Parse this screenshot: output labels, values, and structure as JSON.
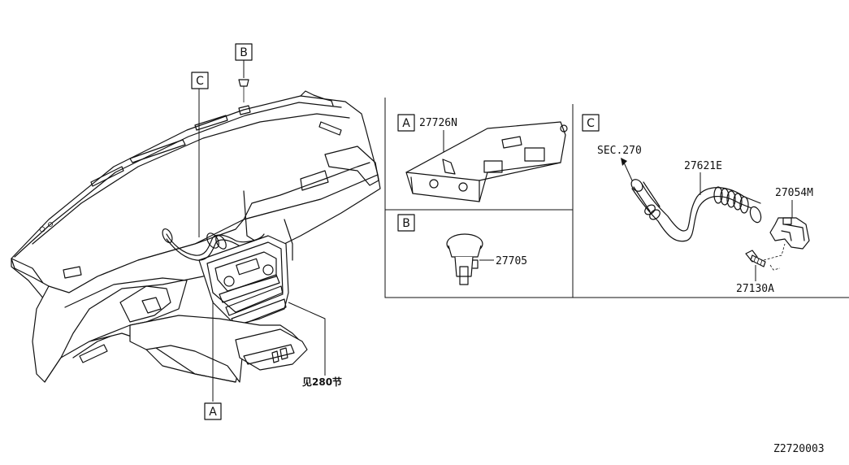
{
  "callouts": {
    "a_main": "A",
    "b_main": "B",
    "c_main": "C",
    "a_panel": "A",
    "b_panel": "B",
    "c_panel": "C"
  },
  "parts": {
    "module": "27726N",
    "clip": "27705",
    "hose": "27621E",
    "sensor": "27054M",
    "screw": "27130A",
    "section_ref": "SEC.270",
    "see_ref": "见280节"
  },
  "diagram_code": "Z2720003"
}
